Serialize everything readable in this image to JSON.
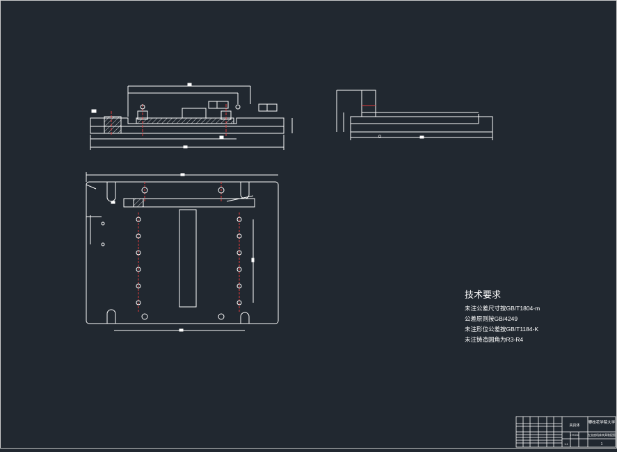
{
  "colors": {
    "background": "#212830",
    "linework": "#ffffff",
    "centerline": "#e23a3a",
    "hatch": "#ffffff"
  },
  "technical_requirements": {
    "title": "技术要求",
    "lines": [
      "未注公差尺寸按GB/T1804-m",
      "公差原则按GB/4249",
      "未注形位公差按GB/T1184-K",
      "未注铸造圆角为R3-R4"
    ]
  },
  "title_block": {
    "school": "攀枝花学院大学",
    "drawing_name": "夹具体",
    "part_name": "左支座机床夹具装配图",
    "material": "HT200",
    "scale": "1:1",
    "sheet": "1"
  },
  "side_view": {
    "dimension_mark": "0"
  }
}
